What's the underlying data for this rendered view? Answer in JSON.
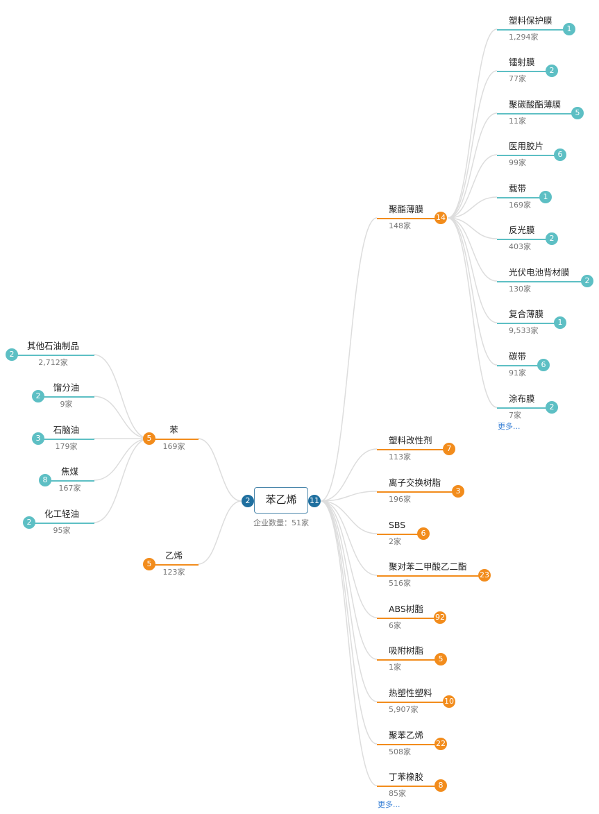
{
  "root": {
    "label": "苯乙烯",
    "sub": "企业数量：51家",
    "left_badge": "2",
    "right_badge": "11",
    "color": "#1f6f9f"
  },
  "colors": {
    "orange": "#f28c1c",
    "teal": "#5dbfc4",
    "link": "#dddddd",
    "more": "#3b82d6"
  },
  "upstream": [
    {
      "id": "u1",
      "label": "苯",
      "count": "169家",
      "badge": "5",
      "children": [
        {
          "label": "其他石油制品",
          "count": "2,712家",
          "badge": "2"
        },
        {
          "label": "馏分油",
          "count": "9家",
          "badge": "2"
        },
        {
          "label": "石脑油",
          "count": "179家",
          "badge": "3"
        },
        {
          "label": "焦煤",
          "count": "167家",
          "badge": "8"
        },
        {
          "label": "化工轻油",
          "count": "95家",
          "badge": "2"
        }
      ]
    },
    {
      "id": "u2",
      "label": "乙烯",
      "count": "123家",
      "badge": "5",
      "children": []
    }
  ],
  "downstream": [
    {
      "id": "d1",
      "label": "聚酯薄膜",
      "count": "148家",
      "badge": "14",
      "more": "更多...",
      "children": [
        {
          "label": "塑料保护膜",
          "count": "1,294家",
          "badge": "1"
        },
        {
          "label": "镭射膜",
          "count": "77家",
          "badge": "2"
        },
        {
          "label": "聚碳酸酯薄膜",
          "count": "11家",
          "badge": "5"
        },
        {
          "label": "医用胶片",
          "count": "99家",
          "badge": "6"
        },
        {
          "label": "载带",
          "count": "169家",
          "badge": "1"
        },
        {
          "label": "反光膜",
          "count": "403家",
          "badge": "2"
        },
        {
          "label": "光伏电池背材膜",
          "count": "130家",
          "badge": "2"
        },
        {
          "label": "复合薄膜",
          "count": "9,533家",
          "badge": "1"
        },
        {
          "label": "碳带",
          "count": "91家",
          "badge": "6"
        },
        {
          "label": "涂布膜",
          "count": "7家",
          "badge": "2"
        }
      ]
    },
    {
      "id": "d2",
      "label": "塑料改性剂",
      "count": "113家",
      "badge": "7"
    },
    {
      "id": "d3",
      "label": "离子交换树脂",
      "count": "196家",
      "badge": "3"
    },
    {
      "id": "d4",
      "label": "SBS",
      "count": "2家",
      "badge": "6"
    },
    {
      "id": "d5",
      "label": "聚对苯二甲酸乙二酯",
      "count": "516家",
      "badge": "23"
    },
    {
      "id": "d6",
      "label": "ABS树脂",
      "count": "6家",
      "badge": "92"
    },
    {
      "id": "d7",
      "label": "吸附树脂",
      "count": "1家",
      "badge": "5"
    },
    {
      "id": "d8",
      "label": "热塑性塑料",
      "count": "5,907家",
      "badge": "10"
    },
    {
      "id": "d9",
      "label": "聚苯乙烯",
      "count": "508家",
      "badge": "22"
    },
    {
      "id": "d10",
      "label": "丁苯橡胶",
      "count": "85家",
      "badge": "8"
    }
  ],
  "downstream_more": "更多..."
}
